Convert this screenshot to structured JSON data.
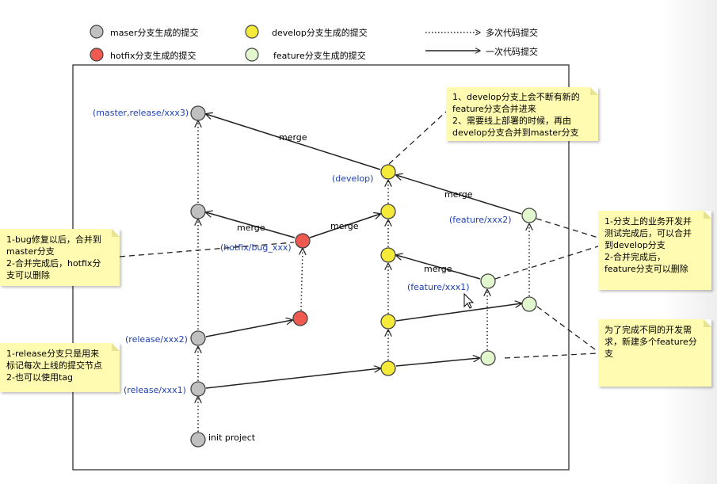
{
  "legend": {
    "master": "maser分支生成的提交",
    "hotfix": "hotfix分支生成的提交",
    "develop": "develop分支生成的提交",
    "feature": "feature分支生成的提交",
    "multi": "多次代码提交",
    "single": "一次代码提交"
  },
  "labels": {
    "master_release3": "(master,release/xxx3)",
    "develop": "(develop)",
    "hotfix": "(hotfix/bug_xxx)",
    "feature2": "(feature/xxx2)",
    "feature1": "(feature/xxx1)",
    "release2": "(release/xxx2)",
    "release1": "(release/xxx1)",
    "init": "init project"
  },
  "merges": {
    "m1": "merge",
    "m2": "merge",
    "m3": "merge",
    "m4": "merge",
    "m5": "merge"
  },
  "notes": {
    "develop_note": "1、develop分支上会不断有新的\nfeature分支合并进来\n2、需要线上部署的时候，再由\ndevelop分支合并到master分支",
    "hotfix_note": "1-bug修复以后，合并到\nmaster分支\n2-合并完成后，hotfix分\n支可以删除",
    "feature_note": "1-分支上的业务开发并\n测试完成后，可以合并\n到develop分支\n2-合并完成后，\nfeature分支可以删除",
    "release_note": "1-release分支只是用来\n标记每次上线的提交节点\n2-也可以使用tag",
    "multi_feature_note": "为了完成不同的开发需\n求，新建多个feature分\n支"
  },
  "colors": {
    "master": "#c0c0c0",
    "hotfix": "#ee5a4f",
    "develop": "#f5ea3a",
    "feature": "#e3f7cf",
    "note_bg": "#fffbb0",
    "label_blue": "#1f3fb4"
  }
}
